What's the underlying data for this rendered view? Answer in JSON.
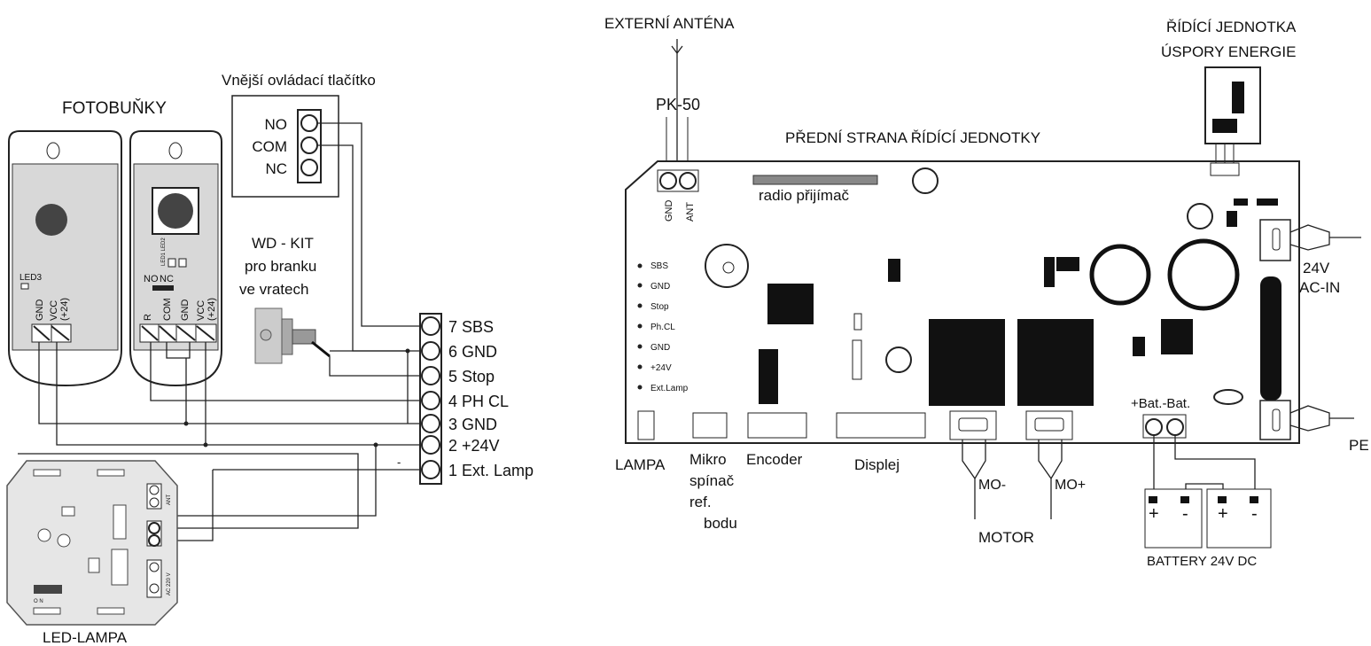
{
  "left": {
    "photocells_title": "FOTOBUŇKY",
    "cell1": {
      "led": "LED3",
      "term1": "GND",
      "term2": "VCC",
      "term3": "(+24)"
    },
    "cell2": {
      "leds": "LED1 LED2",
      "no": "NO",
      "nc": "NC",
      "t1": "R",
      "t2": "COM",
      "t3": "GND",
      "t4": "VCC",
      "t5": "(+24)"
    },
    "button_title": "Vnější ovládací tlačítko",
    "button_terms": [
      "NO",
      "COM",
      "NC"
    ],
    "wdkit": [
      "WD - KIT",
      "pro branku",
      "ve vratech"
    ],
    "terminals": [
      "7 SBS",
      "6 GND",
      "5 Stop",
      "4 PH CL",
      "3 GND",
      "2 +24V",
      "1 Ext. Lamp"
    ],
    "minus_mark": "-",
    "lamp_title": "LED-LAMPA",
    "lamp_small": {
      "ant": "ANT",
      "ac": "AC 220 V",
      "onoff": "O N"
    }
  },
  "right": {
    "antenna_title": "EXTERNÍ ANTÉNA",
    "pk50": "PK-50",
    "pk_pins": [
      "GND",
      "ANT"
    ],
    "board_title": "PŘEDNÍ STRANA ŘÍDÍCÍ JEDNOTKY",
    "radio": "radio přijímač",
    "energy_title": [
      "ŘÍDÍCÍ JEDNOTKA",
      "ÚSPORY ENERGIE"
    ],
    "side_labels": [
      "SBS",
      "GND",
      "Stop",
      "Ph.CL",
      "GND",
      "+24V",
      "Ext.Lamp"
    ],
    "ac_label": [
      "24V",
      "AC-IN"
    ],
    "pe": "PE",
    "bat_label": "+Bat.-Bat.",
    "bottom": {
      "lampa": "LAMPA",
      "mikro": [
        "Mikro",
        "spínač",
        "ref.",
        "bodu"
      ],
      "encoder": "Encoder",
      "displej": "Displej",
      "mo_minus": "MO-",
      "mo_plus": "MO+",
      "motor": "MOTOR",
      "battery": "BATTERY 24V DC"
    },
    "bat_signs": [
      "+",
      "-",
      "+",
      "-"
    ]
  }
}
